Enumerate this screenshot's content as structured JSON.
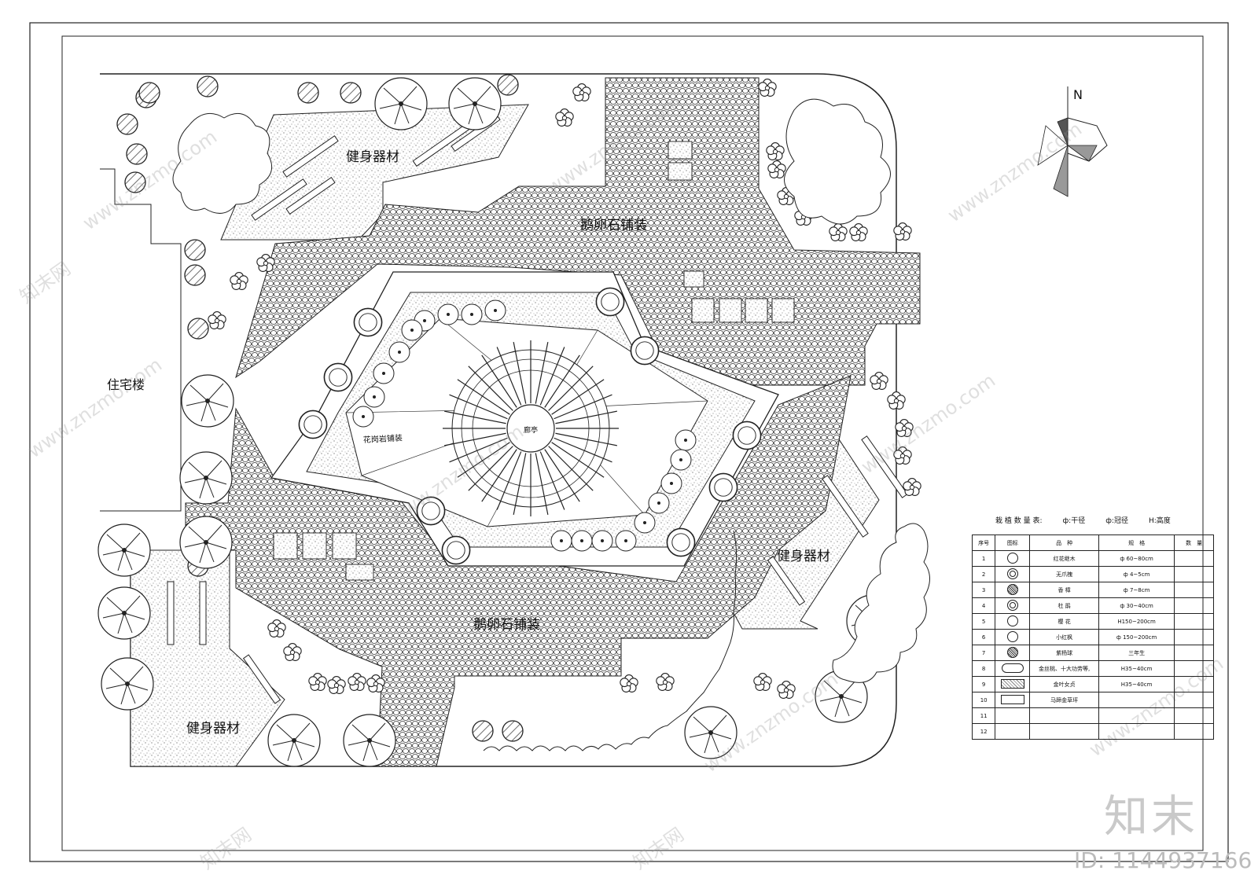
{
  "labels": {
    "fitness_tl": "健身器材",
    "fitness_r": "健身器材",
    "fitness_bl": "健身器材",
    "cobble_top": "鹅卵石铺装",
    "cobble_bottom": "鹅卵石铺装",
    "residential": "住宅楼",
    "pavilion": "廊亭",
    "granite": "花岗岩铺装",
    "north": "N"
  },
  "legend": {
    "title": "栽 植 数 量 表:",
    "key_trunk": "ф:干径",
    "key_crown": "ф:冠径",
    "key_height": "H:高度",
    "headers": [
      "序号",
      "图标",
      "品　种",
      "规　格",
      "数　量"
    ],
    "rows": [
      {
        "no": "1",
        "name": "红花继木",
        "spec": "ф 60~80cm",
        "qty": ""
      },
      {
        "no": "2",
        "name": "无爪槐",
        "spec": "ф 4~5cm",
        "qty": ""
      },
      {
        "no": "3",
        "name": "香 樟",
        "spec": "ф 7~8cm",
        "qty": ""
      },
      {
        "no": "4",
        "name": "杜 鹃",
        "spec": "ф 30~40cm",
        "qty": ""
      },
      {
        "no": "5",
        "name": "樱 花",
        "spec": "H150~200cm",
        "qty": ""
      },
      {
        "no": "6",
        "name": "小红枫",
        "spec": "ф 150~200cm",
        "qty": ""
      },
      {
        "no": "7",
        "name": "紫杨球",
        "spec": "三年生",
        "qty": ""
      },
      {
        "no": "8",
        "name": "金丝桃、十大功劳等,",
        "spec": "H35~40cm",
        "qty": ""
      },
      {
        "no": "9",
        "name": "金叶女贞",
        "spec": "H35~40cm",
        "qty": ""
      },
      {
        "no": "10",
        "name": "马蹄金草坪",
        "spec": "",
        "qty": ""
      },
      {
        "no": "11",
        "name": "",
        "spec": "",
        "qty": ""
      },
      {
        "no": "12",
        "name": "",
        "spec": "",
        "qty": ""
      }
    ]
  },
  "watermark": {
    "logo": "知末",
    "id": "ID: 1144937166",
    "site": "www.znzmo.com",
    "brand": "知末网"
  }
}
